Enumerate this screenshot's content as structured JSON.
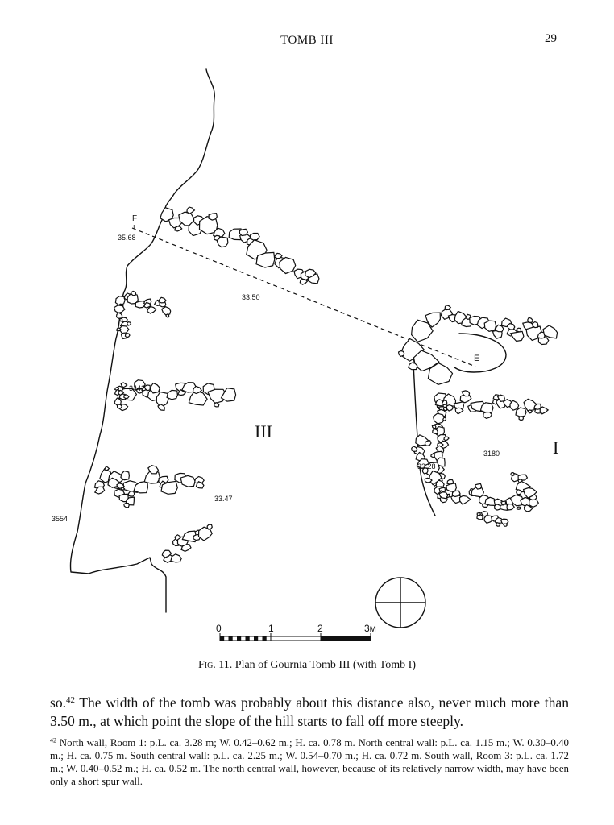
{
  "page": {
    "running_head": "TOMB III",
    "page_number": "29"
  },
  "figure": {
    "label_F": "F",
    "label_E": "E",
    "elevations": {
      "f_point": "35.68",
      "north_room": "33.50",
      "central_room": "3442",
      "south_room": "33.47",
      "south_west": "3554",
      "tomb1_room": "3180",
      "tomb1_entry": "33.28"
    },
    "tomb3_label": "III",
    "tomb1_label": "I",
    "scale_ticks": [
      "0",
      "1",
      "2",
      "3м"
    ],
    "caption_prefix": "Fig. 11.",
    "caption_text": "Plan of Gournia Tomb III (with Tomb I)"
  },
  "body": {
    "text_before": "so.",
    "note_ref": "42",
    "text_after": " The width of the tomb was probably about this distance also, never much more than 3.50 m., at which point the slope of the hill starts to fall off more steeply."
  },
  "footnote": {
    "number": "42",
    "text": "North wall, Room 1: p.L. ca. 3.28 m; W. 0.42–0.62 m.; H. ca. 0.78 m. North central wall: p.L. ca. 1.15 m.; W. 0.30–0.40 m.; H. ca. 0.75 m. South central wall: p.L. ca. 2.25 m.; W. 0.54–0.70 m.; H. ca. 0.72 m. South wall, Room 3: p.L. ca. 1.72 m.; W. 0.40–0.52 m.; H. ca. 0.52 m. The north central wall, however, because of its relatively narrow width, may have been only a short spur wall."
  }
}
